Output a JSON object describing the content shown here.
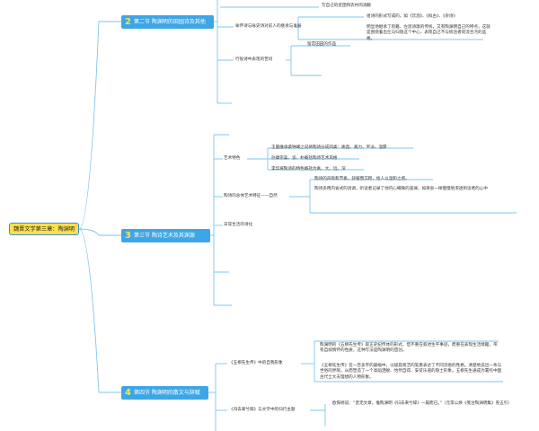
{
  "root": {
    "title": "魏晋文学第三章：陶渊明"
  },
  "sections": [
    {
      "number": "2",
      "label": "第二节 陶渊明的田园诗及其他"
    },
    {
      "number": "3",
      "label": "第三节 陶诗艺术及其渊源"
    },
    {
      "number": "4",
      "label": "第四节 陶渊明的散文与辞赋"
    }
  ],
  "sec2": {
    "top_text": "写自己的贫困和农村的凋敝",
    "branch1": "咏怀诗与咏史诗对前人的继承与发展",
    "branch1_items": [
      "组诗的形式写成的。如《饮酒》、《拟古》、《杂诗》",
      "明显地继承了阮籍、左思诗歌的传统，又有陶渊明自己的特点，这就是围绕着出仕与归隐这个中心，表现自己不与统治者同流合污的品格。"
    ],
    "branch2": "行役诗中表现的苦闷",
    "branch2_items": [
      "留恋田园的作品"
    ]
  },
  "sec3": {
    "branch1": "艺术特色",
    "branch1_items": [
      "王国维承袭钟嵘之说将陶诗分成四类：质直、真力、平淡、温厚",
      "孙康宗美、谈、朴概括陶诗艺术风格",
      "李华将陶诗的特色概括为真、大、远、深"
    ],
    "branch2": "陶诗的总体艺术特征——自然",
    "branch2_items": [
      "陶诗的声吻和节奏，舒缓而沉稳，给人以温和之感。",
      "陶诗多用内省式的语调，听读者记录了他内心细微的波澜，如清泉一样慢慢地渗透到读者的心中"
    ],
    "branch3": "日常生活的诗化"
  },
  "sec4": {
    "branch1": "《五柳先生传》中的自我形象",
    "branch1_items": [
      "陶渊明的《五柳先生传》取正史纪传体的形式，但不重在叙述生平事迹，而重在表现生活情趣，带有自叙情怀的性质，这种写法是陶渊明的首创。",
      "《五柳先生传》在一百多字的篇幅中，以极其简洁的笔墨表达了不同流俗的性格。清楚地说出一条与世俗的界限，从而塑造了一个高蹈洒脱、怡然自得、安贫乐道的隐士形象。五柳先生通成为署托中国古代士大夫理想的人物形象。"
    ],
    "branch2": "《归去来兮辞》与文学中的归行主题",
    "branch2_items": [
      "欧阳修说：“晋无文章，惟陶渊明《归去来兮辞》一篇而已。”（元李公焕《笺注陶渊明集》卷五引）"
    ]
  }
}
